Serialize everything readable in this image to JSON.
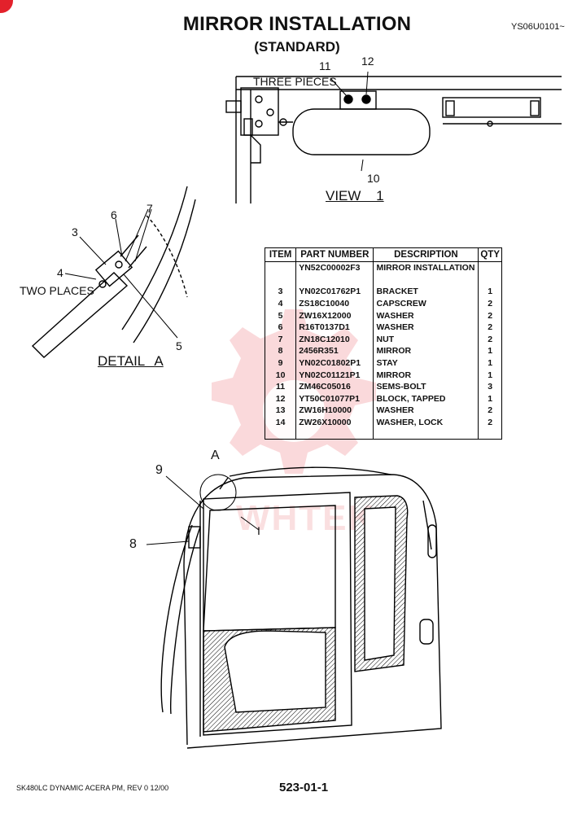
{
  "header": {
    "title": "MIRROR INSTALLATION",
    "subtitle": "(STANDARD)",
    "doc_code": "YS06U0101~"
  },
  "view1": {
    "label": "VIEW 1",
    "note": "THREE PIECES",
    "callouts": [
      "11",
      "12",
      "10"
    ]
  },
  "detail_a": {
    "label": "DETAIL A",
    "note": "TWO PLACES",
    "callouts": [
      "3",
      "6",
      "7",
      "4",
      "5"
    ]
  },
  "cab": {
    "callouts": [
      "A",
      "9",
      "8",
      "I"
    ]
  },
  "watermark": {
    "text": "WHTEK",
    "color": "#e8535a"
  },
  "parts_table": {
    "headers": [
      "ITEM",
      "PART NUMBER",
      "DESCRIPTION",
      "QTY"
    ],
    "rows": [
      {
        "item": "",
        "part": "YN52C00002F3",
        "desc": "MIRROR INSTALLATION",
        "qty": ""
      },
      {
        "item": "",
        "part": "",
        "desc": "",
        "qty": ""
      },
      {
        "item": "3",
        "part": "YN02C01762P1",
        "desc": "BRACKET",
        "qty": "1"
      },
      {
        "item": "4",
        "part": "ZS18C10040",
        "desc": "CAPSCREW",
        "qty": "2"
      },
      {
        "item": "5",
        "part": "ZW16X12000",
        "desc": "WASHER",
        "qty": "2"
      },
      {
        "item": "6",
        "part": "R16T0137D1",
        "desc": "WASHER",
        "qty": "2"
      },
      {
        "item": "7",
        "part": "ZN18C12010",
        "desc": "NUT",
        "qty": "2"
      },
      {
        "item": "8",
        "part": "2456R351",
        "desc": "MIRROR",
        "qty": "1"
      },
      {
        "item": "9",
        "part": "YN02C01802P1",
        "desc": "STAY",
        "qty": "1"
      },
      {
        "item": "10",
        "part": "YN02C01121P1",
        "desc": "MIRROR",
        "qty": "1"
      },
      {
        "item": "11",
        "part": "ZM46C05016",
        "desc": "SEMS-BOLT",
        "qty": "3"
      },
      {
        "item": "12",
        "part": "YT50C01077P1",
        "desc": "BLOCK, TAPPED",
        "qty": "1"
      },
      {
        "item": "13",
        "part": "ZW16H10000",
        "desc": "WASHER",
        "qty": "2"
      },
      {
        "item": "14",
        "part": "ZW26X10000",
        "desc": "WASHER, LOCK",
        "qty": "2"
      }
    ]
  },
  "footer": {
    "left": "SK480LC DYNAMIC ACERA PM, REV 0 12/00",
    "page": "523-01-1"
  }
}
